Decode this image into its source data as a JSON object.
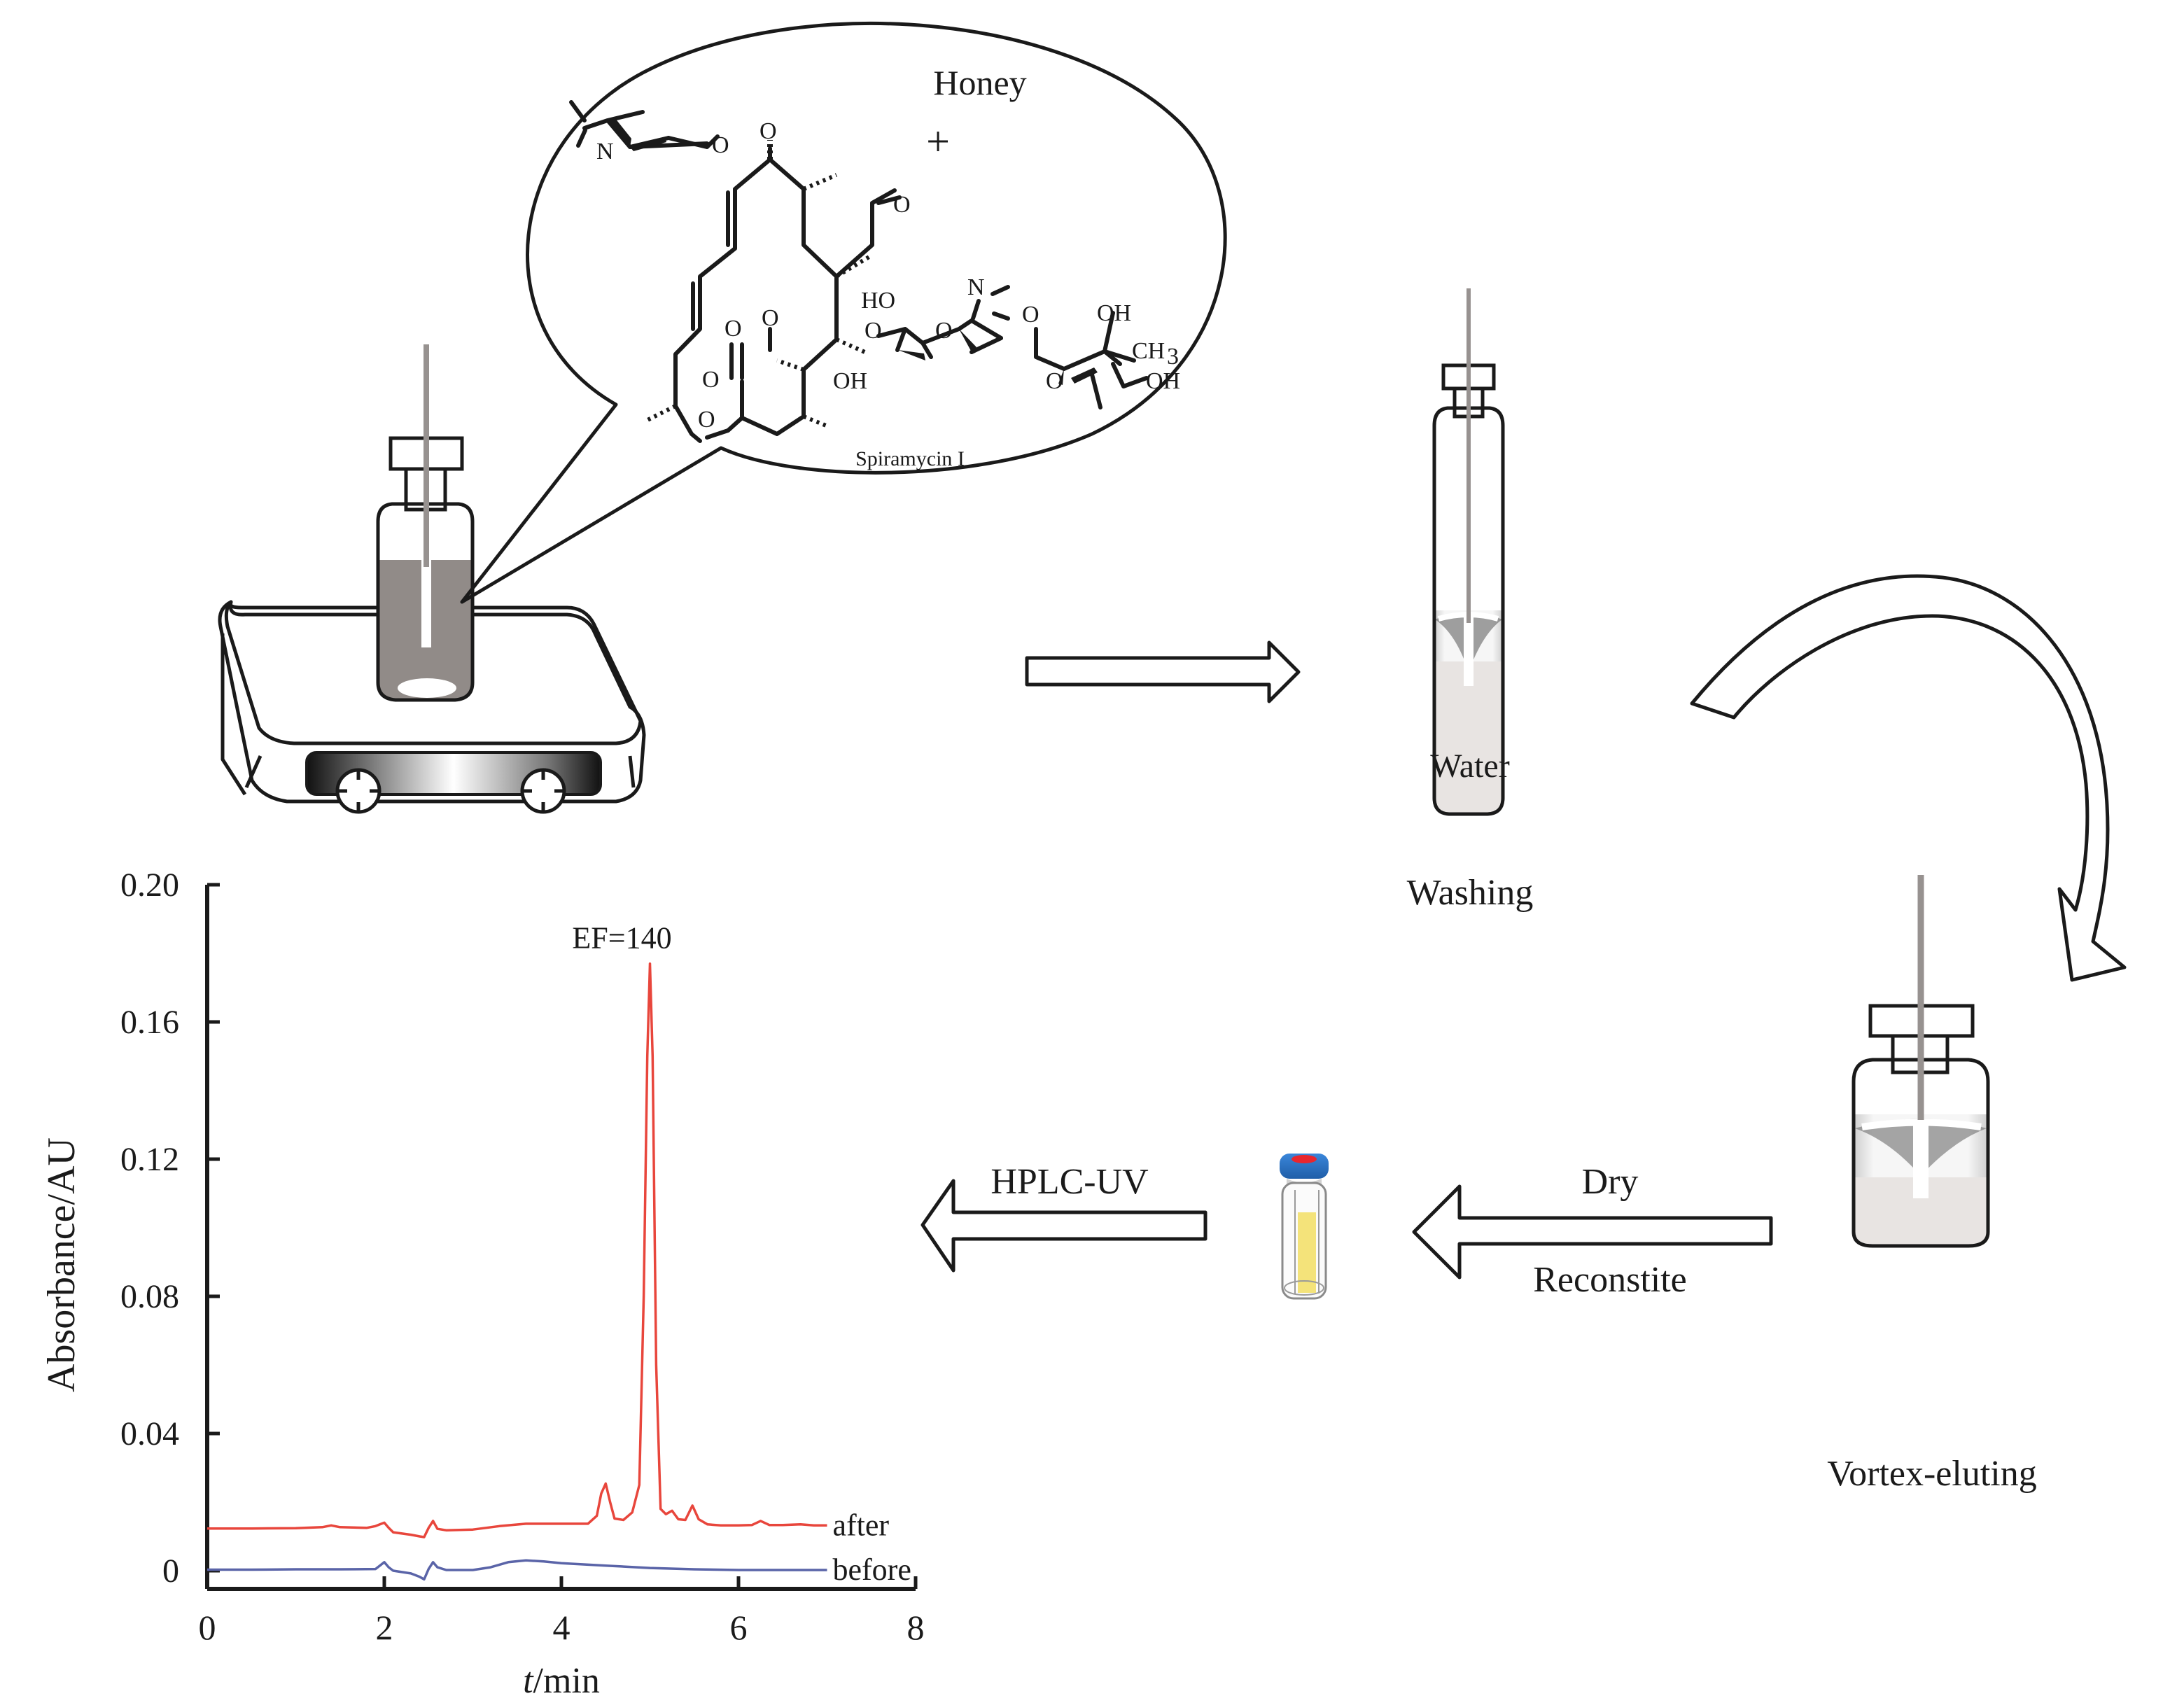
{
  "figure": {
    "type": "workflow-schematic",
    "steps": [
      {
        "id": "extraction",
        "description": "stir-bar vial on magnetic stirrer"
      },
      {
        "id": "washing",
        "label": "Washing",
        "vial_label": "Water"
      },
      {
        "id": "elution",
        "label": "Vortex-eluting"
      },
      {
        "id": "dry-reconstitute",
        "label_top": "Dry",
        "label_bottom": "Reconstite"
      },
      {
        "id": "analysis",
        "label": "HPLC-UV"
      }
    ],
    "callout": {
      "sample_label": "Honey",
      "plus": "+",
      "compound_name": "Spiramycin I",
      "atom_labels": [
        "N",
        "O",
        "O",
        "O",
        "O",
        "O",
        "HO",
        "O",
        "O",
        "N",
        "O",
        "OH",
        "CH",
        "3",
        "O",
        "OH",
        "O",
        "O",
        "OH"
      ]
    },
    "colors": {
      "sample_liquid": "#918b88",
      "water": "#e8e4e2",
      "needle": "#979290",
      "hplc_vial_cap": "#2f74c8",
      "hplc_vial_septum": "#e8262e",
      "hplc_vial_liquid": "#f4e37a",
      "after_trace": "#e8463c",
      "before_trace": "#5a64a8"
    }
  },
  "chart_data": {
    "type": "line",
    "title": "",
    "xlabel_italic": "t",
    "xlabel_rest": "/min",
    "ylabel": "Absorbance/AU",
    "xlim": [
      0,
      8
    ],
    "ylim": [
      -0.005,
      0.2
    ],
    "xticks": [
      "0",
      "2",
      "4",
      "6",
      "8"
    ],
    "yticks": [
      "0",
      "0.04",
      "0.08",
      "0.12",
      "0.16",
      "0.20"
    ],
    "xtick_values": [
      0,
      2,
      4,
      6,
      8
    ],
    "ytick_values": [
      0,
      0.04,
      0.08,
      0.12,
      0.16,
      0.2
    ],
    "annotation": {
      "text": "EF=140",
      "x": 5.0,
      "y": 0.177
    },
    "series": [
      {
        "name": "after",
        "color": "#e8463c",
        "x": [
          0,
          0.5,
          1.0,
          1.3,
          1.4,
          1.5,
          1.8,
          1.9,
          1.95,
          2.0,
          2.05,
          2.1,
          2.3,
          2.4,
          2.45,
          2.5,
          2.55,
          2.6,
          2.7,
          3.0,
          3.3,
          3.6,
          4.0,
          4.3,
          4.4,
          4.45,
          4.5,
          4.55,
          4.6,
          4.7,
          4.8,
          4.88,
          4.93,
          4.97,
          5.0,
          5.03,
          5.07,
          5.12,
          5.18,
          5.25,
          5.32,
          5.4,
          5.48,
          5.55,
          5.65,
          5.8,
          6.0,
          6.15,
          6.25,
          6.35,
          6.5,
          6.7,
          6.85,
          7.0
        ],
        "y": [
          0.0123,
          0.0123,
          0.0124,
          0.0127,
          0.0132,
          0.0127,
          0.0125,
          0.013,
          0.0135,
          0.014,
          0.0125,
          0.0112,
          0.0105,
          0.01,
          0.0098,
          0.0125,
          0.0145,
          0.0122,
          0.0118,
          0.012,
          0.013,
          0.0137,
          0.0137,
          0.0137,
          0.016,
          0.0225,
          0.0254,
          0.02,
          0.0152,
          0.0148,
          0.017,
          0.025,
          0.08,
          0.15,
          0.177,
          0.15,
          0.06,
          0.018,
          0.0165,
          0.0175,
          0.015,
          0.0148,
          0.019,
          0.015,
          0.0135,
          0.0132,
          0.0132,
          0.0133,
          0.0145,
          0.0133,
          0.0133,
          0.0135,
          0.0132,
          0.0132
        ]
      },
      {
        "name": "before",
        "color": "#5a64a8",
        "x": [
          0,
          0.5,
          1.0,
          1.5,
          1.9,
          1.95,
          2.0,
          2.05,
          2.1,
          2.3,
          2.4,
          2.45,
          2.5,
          2.55,
          2.6,
          2.7,
          3.0,
          3.2,
          3.4,
          3.6,
          3.8,
          4.0,
          4.5,
          5.0,
          5.5,
          6.0,
          6.5,
          7.0
        ],
        "y": [
          0.0003,
          0.0003,
          0.0004,
          0.0004,
          0.0005,
          0.0015,
          0.0025,
          0.001,
          0.0,
          -0.0008,
          -0.0018,
          -0.0025,
          0.0005,
          0.0025,
          0.001,
          0.0002,
          0.0002,
          0.001,
          0.0025,
          0.003,
          0.0027,
          0.0022,
          0.0015,
          0.0008,
          0.0004,
          0.0002,
          0.0002,
          0.0002
        ]
      }
    ],
    "legend": "inline-right"
  }
}
